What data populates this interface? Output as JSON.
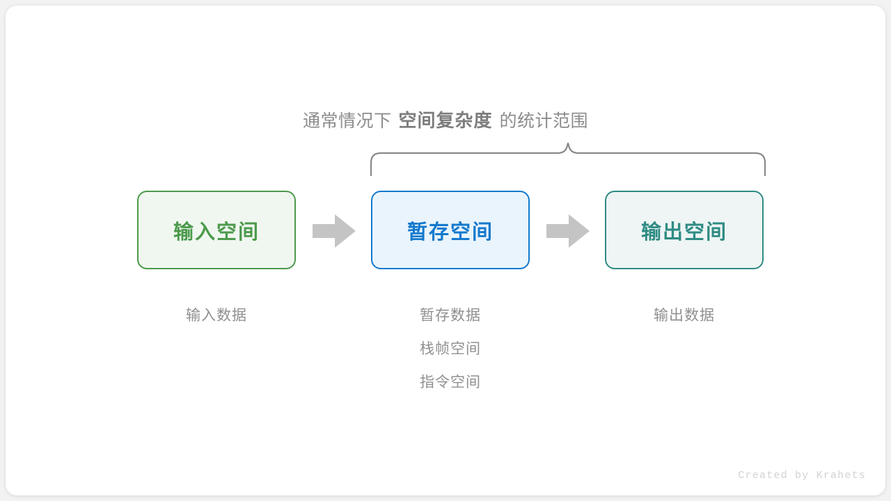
{
  "canvas": {
    "background": "#ffffff",
    "page_background": "#f2f2f2"
  },
  "caption": {
    "prefix": "通常情况下",
    "emphasis": "空间复杂度",
    "suffix": "的统计范围",
    "color": "#8c8c8c"
  },
  "brace": {
    "name": "curly-brace",
    "color": "#8a8a8a",
    "spans_boxes": [
      "暂存空间",
      "输出空间"
    ]
  },
  "boxes": [
    {
      "id": "input",
      "label": "输入空间",
      "border_color": "#4c9a4c",
      "fill_color": "#f0f7f0",
      "text_color": "#4c9a4c",
      "sublabels": [
        "输入数据"
      ]
    },
    {
      "id": "temp",
      "label": "暂存空间",
      "border_color": "#1479cd",
      "fill_color": "#e9f4fc",
      "text_color": "#1479cd",
      "sublabels": [
        "暂存数据",
        "栈帧空间",
        "指令空间"
      ]
    },
    {
      "id": "output",
      "label": "输出空间",
      "border_color": "#2f8b83",
      "fill_color": "#eef5f4",
      "text_color": "#2f8b83",
      "sublabels": [
        "输出数据"
      ]
    }
  ],
  "arrows": [
    {
      "id": "arrow-1",
      "from": "input",
      "to": "temp",
      "color": "#c4c4c4",
      "direction": "right"
    },
    {
      "id": "arrow-2",
      "from": "temp",
      "to": "output",
      "color": "#c4c4c4",
      "direction": "right"
    }
  ],
  "credit": {
    "text": "Created by Krahets",
    "color": "#d2d2d2"
  }
}
